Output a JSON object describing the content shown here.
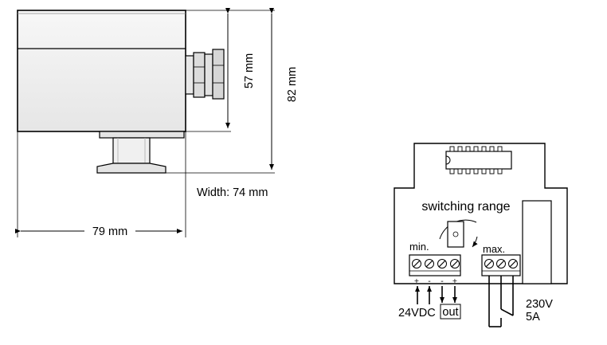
{
  "device_view": {
    "dim_height_body": "57 mm",
    "dim_height_total": "82 mm",
    "dim_width_depth": "Width: 74 mm",
    "dim_length": "79 mm"
  },
  "wiring": {
    "title": "switching range",
    "min_label": "min.",
    "max_label": "max.",
    "terminal_signs": [
      "+",
      "-",
      "-",
      "+"
    ],
    "supply_label": "24VDC",
    "out_label": "out",
    "relay_voltage": "230V",
    "relay_current": "5A"
  }
}
